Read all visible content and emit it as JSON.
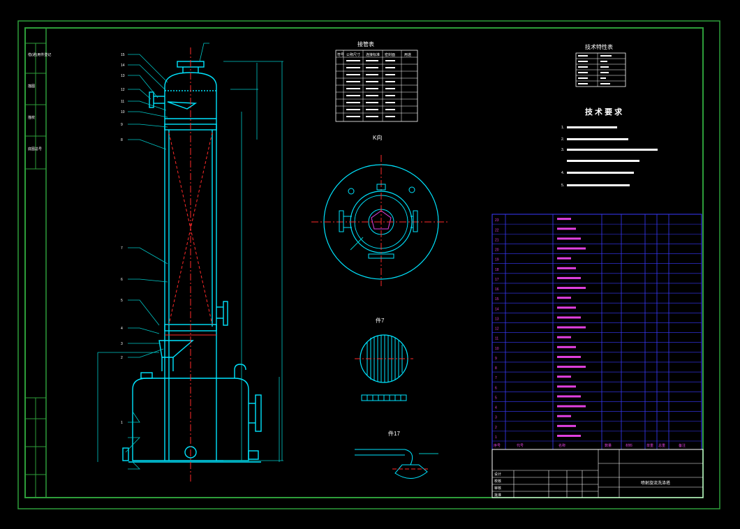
{
  "drawing": {
    "background": "#000000",
    "frame_color": "#2e9e3a",
    "line_colors": {
      "vessel": "#00e5ff",
      "centerline": "#ff2a2a",
      "table_text": "#e040e0",
      "table_grid": "#3a3aff",
      "dimension": "#00c8c8"
    },
    "top_table": {
      "title": "接管表",
      "headers": [
        "符号",
        "公称尺寸",
        "连接标准",
        "密封面",
        "用途"
      ]
    },
    "spec_table": {
      "title": "技术特性表"
    },
    "tech_requirements": {
      "title": "技 术 要 求",
      "items": [
        "1.",
        "2.",
        "3.",
        "4.",
        "5."
      ]
    },
    "view_labels": {
      "k_view": "K向",
      "section_1": "件7",
      "section_2": "件17"
    },
    "bom": {
      "row_numbers": [
        "23",
        "22",
        "21",
        "20",
        "19",
        "18",
        "17",
        "16",
        "15",
        "14",
        "13",
        "12",
        "11",
        "10",
        "9",
        "8",
        "7",
        "6",
        "5",
        "4",
        "3",
        "2",
        "1"
      ],
      "footer_headers": [
        "序号",
        "代号",
        "名称",
        "数量",
        "材料",
        "单重",
        "总重",
        "备注"
      ]
    },
    "title_block": {
      "drawing_name": "喷射旋流洗涤塔",
      "rows": [
        "设计",
        "校核",
        "审核",
        "批准"
      ]
    },
    "left_strip": {
      "labels": [
        "借(通)用件登记",
        "描图",
        "描校",
        "底图总号"
      ]
    },
    "part_callouts": [
      "15",
      "14",
      "13",
      "12",
      "11",
      "10",
      "9",
      "8",
      "7",
      "6",
      "5",
      "4",
      "3",
      "2",
      "1"
    ]
  }
}
